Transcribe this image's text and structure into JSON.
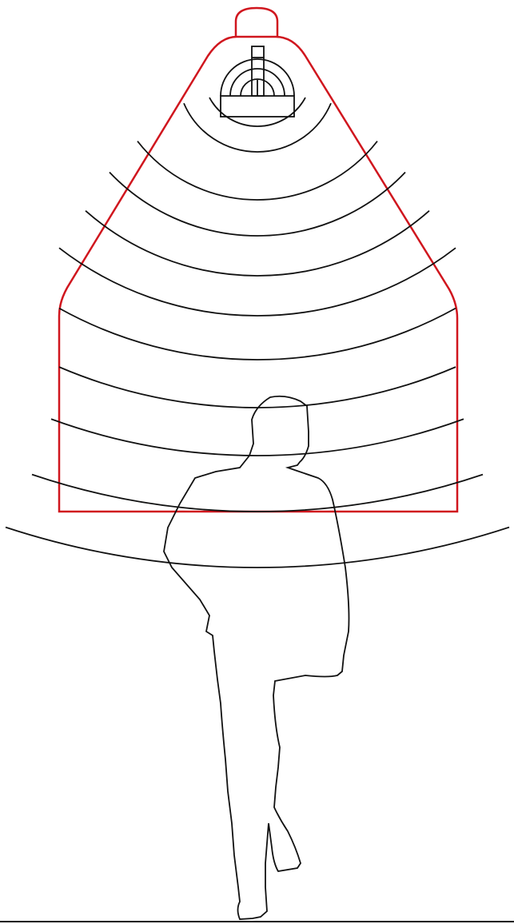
{
  "diagram": {
    "kind": "sound-dome-coverage-illustration",
    "colors": {
      "background": "#ffffff",
      "enclosure": "#d0161e",
      "lines": "#111111"
    },
    "elements": {
      "enclosure": "speaker-dome-outline",
      "hanger": "hanging-ring",
      "speaker": "speaker-driver-icon",
      "waves": "sound-wave-arcs",
      "listener": "person-silhouette",
      "floor": "floor-line"
    },
    "sound_wave_arc_count": 11
  }
}
